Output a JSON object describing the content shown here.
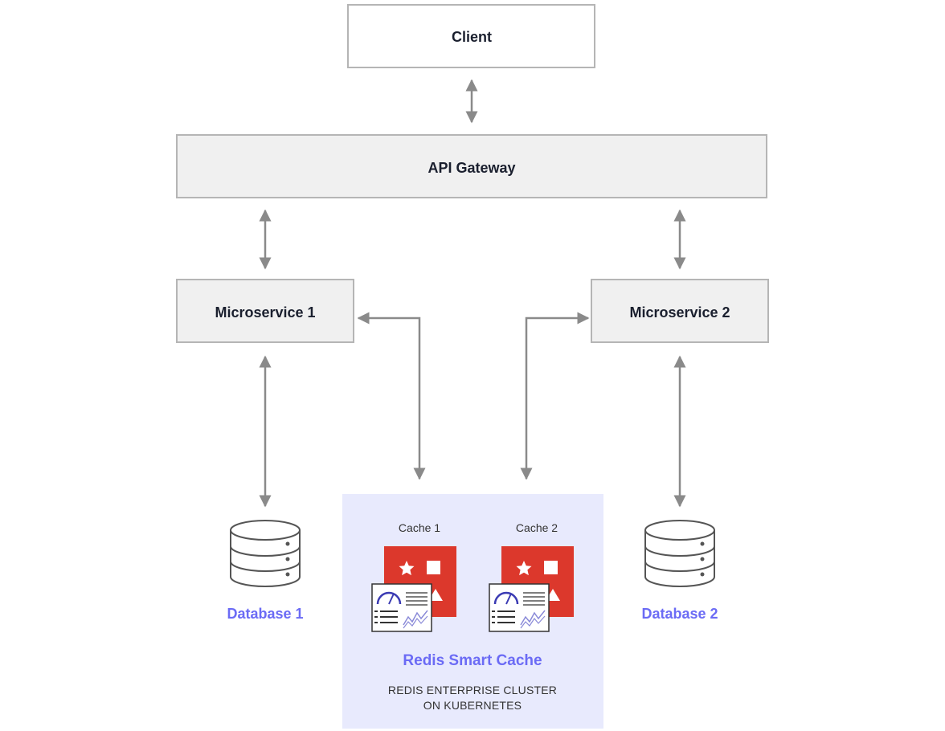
{
  "nodes": {
    "client": "Client",
    "api_gateway": "API Gateway",
    "microservice_1": "Microservice 1",
    "microservice_2": "Microservice 2",
    "database_1": "Database 1",
    "database_2": "Database 2"
  },
  "cluster": {
    "cache_1": "Cache 1",
    "cache_2": "Cache 2",
    "product": "Redis Smart Cache",
    "caption_line1": "REDIS ENTERPRISE CLUSTER",
    "caption_line2": "ON KUBERNETES"
  },
  "colors": {
    "box_fill": "#f0f0f0",
    "box_stroke": "#b5b5b5",
    "text_dark": "#1a1f2e",
    "accent_blue": "#6b6bf5",
    "arrow": "#8a8a8a",
    "cluster_bg": "#e8eafd",
    "redis_red": "#dc382c",
    "db_stroke": "#555555"
  },
  "icons": {
    "database": "database-icon",
    "redis_logo": "redis-logo-icon",
    "dashboard": "dashboard-icon",
    "arrow": "double-arrow-icon"
  }
}
